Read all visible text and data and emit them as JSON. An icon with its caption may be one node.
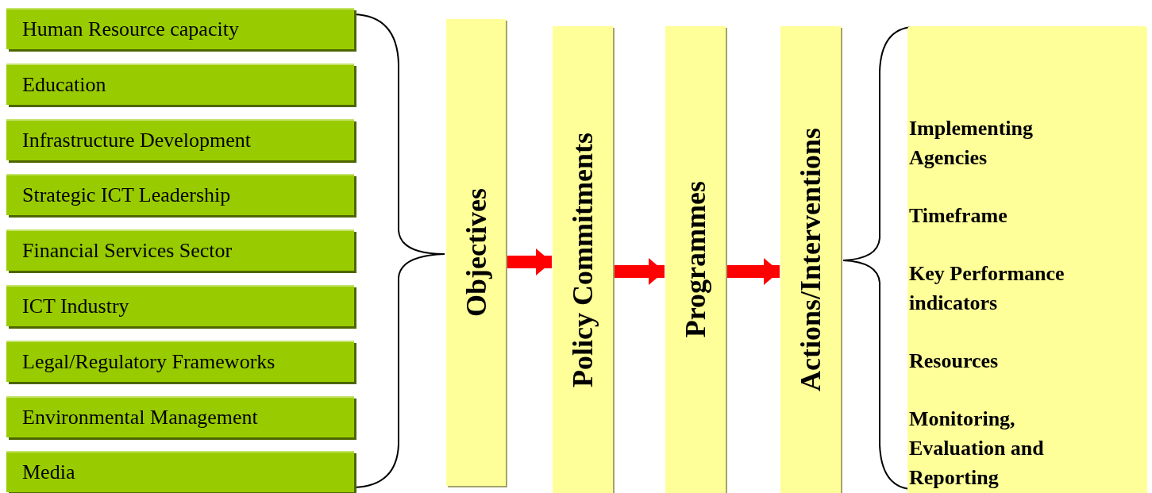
{
  "diagram": {
    "nodes": [
      {
        "text": [
          "Human Resource capacity"
        ]
      },
      {
        "text": [
          "Education"
        ]
      },
      {
        "text": [
          "Infrastructure Development"
        ]
      },
      {
        "text": [
          "Strategic ICT Leadership"
        ]
      },
      {
        "text": [
          "Financial Services Sector"
        ]
      },
      {
        "text": [
          "ICT Industry"
        ]
      },
      {
        "text": [
          "Legal/Regulatory Frameworks"
        ]
      },
      {
        "text": [
          "Environmental Management"
        ]
      },
      {
        "text": [
          "Media"
        ]
      },
      {
        "text": [
          "Objectives"
        ]
      },
      {
        "text": [
          "Policy Commitments"
        ]
      },
      {
        "text": [
          "Programmes"
        ]
      },
      {
        "text": [
          "Actions/Interventions"
        ]
      },
      {
        "text": [
          "Implementing Agencies",
          "Timeframe",
          "Key Performance indicators",
          "Resources",
          "Monitoring, Evaluation and Reporting"
        ]
      }
    ],
    "edges": [
      {
        "from": 9,
        "to": 10,
        "arrow": "to"
      },
      {
        "from": 10,
        "to": 11,
        "arrow": "to"
      },
      {
        "from": 11,
        "to": 12,
        "arrow": "to"
      }
    ]
  }
}
